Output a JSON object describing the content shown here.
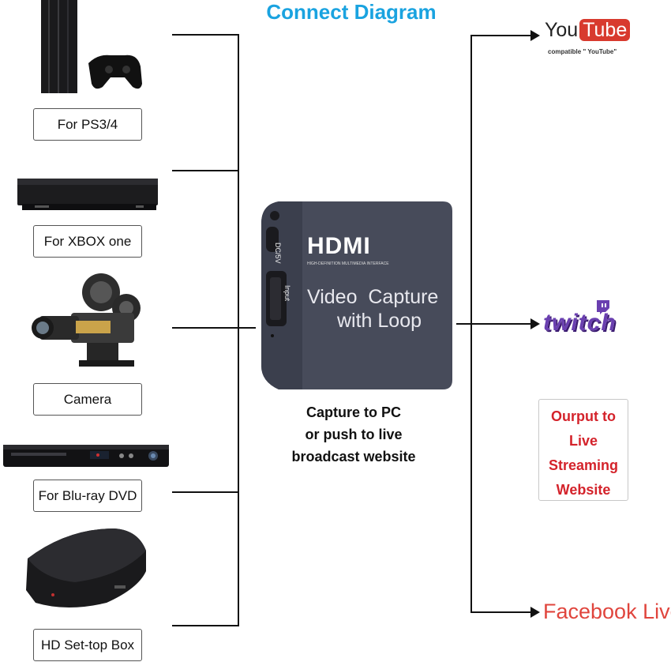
{
  "title": "Connect Diagram",
  "sources": [
    {
      "label": "For PS3/4",
      "icon": "game-console-icon"
    },
    {
      "label": "For XBOX one",
      "icon": "xbox-console-icon"
    },
    {
      "label": "Camera",
      "icon": "video-camera-icon"
    },
    {
      "label": "For Blu-ray DVD",
      "icon": "dvd-player-icon"
    },
    {
      "label": "HD Set-top Box",
      "icon": "set-top-box-icon"
    }
  ],
  "device": {
    "logo": "HDMI",
    "logo_sub": "HIGH-DEFINITION MULTIMEDIA INTERFACE",
    "port_dc": "DC/5V",
    "port_input": "Input",
    "line1": "Video  Capture",
    "line2": "with Loop"
  },
  "caption": [
    "Capture to PC",
    "or push to live",
    "broadcast website"
  ],
  "outputs": {
    "youtube_you": "You",
    "youtube_tube": "Tube",
    "youtube_compat": "compatible \" YouTube\"",
    "twitch": "twitch",
    "facebook": "Facebook Live"
  },
  "streaming_box": [
    "Ourput to",
    "Live",
    "Streaming",
    "Website"
  ]
}
